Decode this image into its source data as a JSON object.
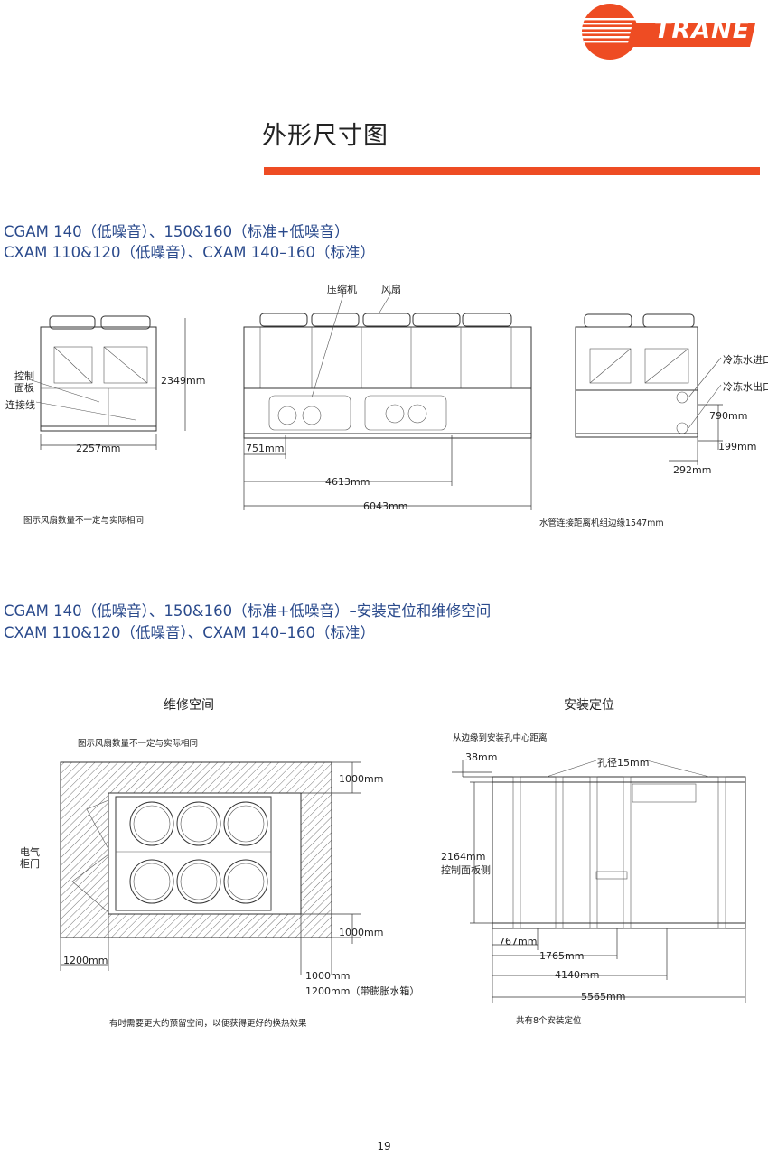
{
  "brand": {
    "name": "TRANE",
    "color": "#ee4c23"
  },
  "page_title": "外形尺寸图",
  "section1": {
    "heading_line1": "CGAM 140（低噪音）、150&160（标准+低噪音）",
    "heading_line2": "CXAM 110&120（低噪音）、CXAM 140–160（标准）",
    "labels": {
      "control_panel_1": "控制",
      "control_panel_2": "面板",
      "connection": "连接线",
      "compressor": "压缩机",
      "fan": "风扇",
      "chilled_in": "冷冻水进口",
      "chilled_out": "冷冻水出口"
    },
    "dims": {
      "height": "2349mm",
      "width": "2257mm",
      "d751": "751mm",
      "d4613": "4613mm",
      "d6043": "6043mm",
      "d790": "790mm",
      "d199": "199mm",
      "d292": "292mm"
    },
    "note_left": "图示风扇数量不一定与实际相同",
    "note_right": "水管连接距离机组边缘1547mm"
  },
  "section2": {
    "heading_line1": "CGAM 140（低噪音）、150&160（标准+低噪音）–安装定位和维修空间",
    "heading_line2": "CXAM 110&120（低噪音）、CXAM 140–160（标准）",
    "service": {
      "title": "维修空间",
      "note": "图示风扇数量不一定与实际相同",
      "door_1": "电气",
      "door_2": "柜门",
      "top": "1000mm",
      "bottom": "1000mm",
      "left": "1200mm",
      "right_1": "1000mm",
      "right_2": "1200mm（带膨胀水箱）",
      "footer": "有时需要更大的预留空间，以便获得更好的换热效果"
    },
    "install": {
      "title": "安装定位",
      "note": "从边缘到安装孔中心距离",
      "d38": "38mm",
      "hole": "孔径15mm",
      "d2164": "2164mm",
      "panel_side": "控制面板侧",
      "d767": "767mm",
      "d1765": "1765mm",
      "d4140": "4140mm",
      "d5565": "5565mm",
      "footer": "共有8个安装定位"
    }
  },
  "page_number": "19"
}
